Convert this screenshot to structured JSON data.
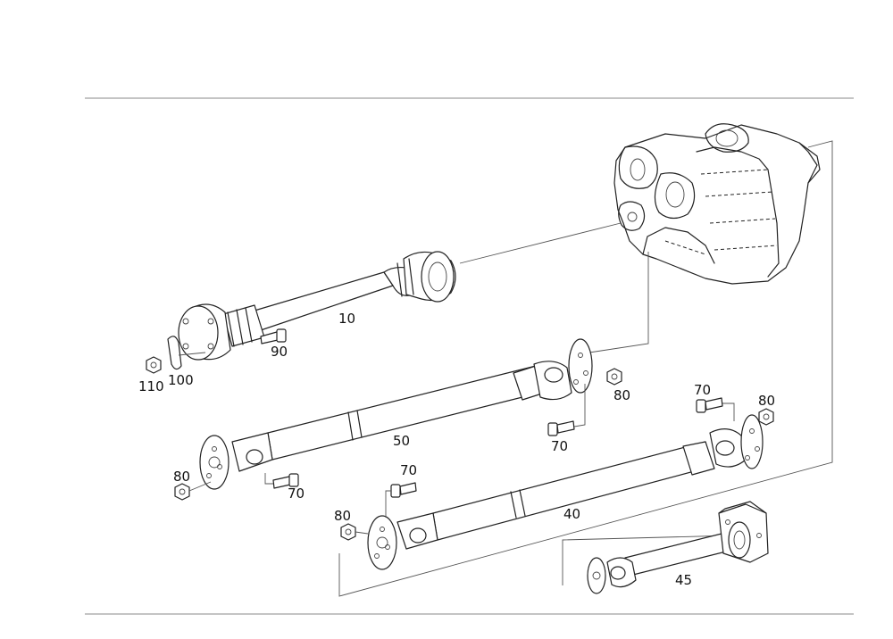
{
  "labels": {
    "shaft_front": "10",
    "bolt_front": "90",
    "washer_front": "100",
    "nut_front": "110",
    "shaft_middle": "50",
    "nut_middle_right": "80",
    "bolt_middle_right": "70",
    "nut_middle_left": "80",
    "bolt_middle_left": "70",
    "shaft_rear": "40",
    "bolt_rear_upper": "70",
    "nut_rear_upper": "80",
    "bolt_rear_left": "70",
    "nut_rear_left": "80",
    "shaft_intermediate": "45"
  },
  "colors": {
    "line": "#222222",
    "rule": "#8a8a8a",
    "background": "#ffffff"
  }
}
